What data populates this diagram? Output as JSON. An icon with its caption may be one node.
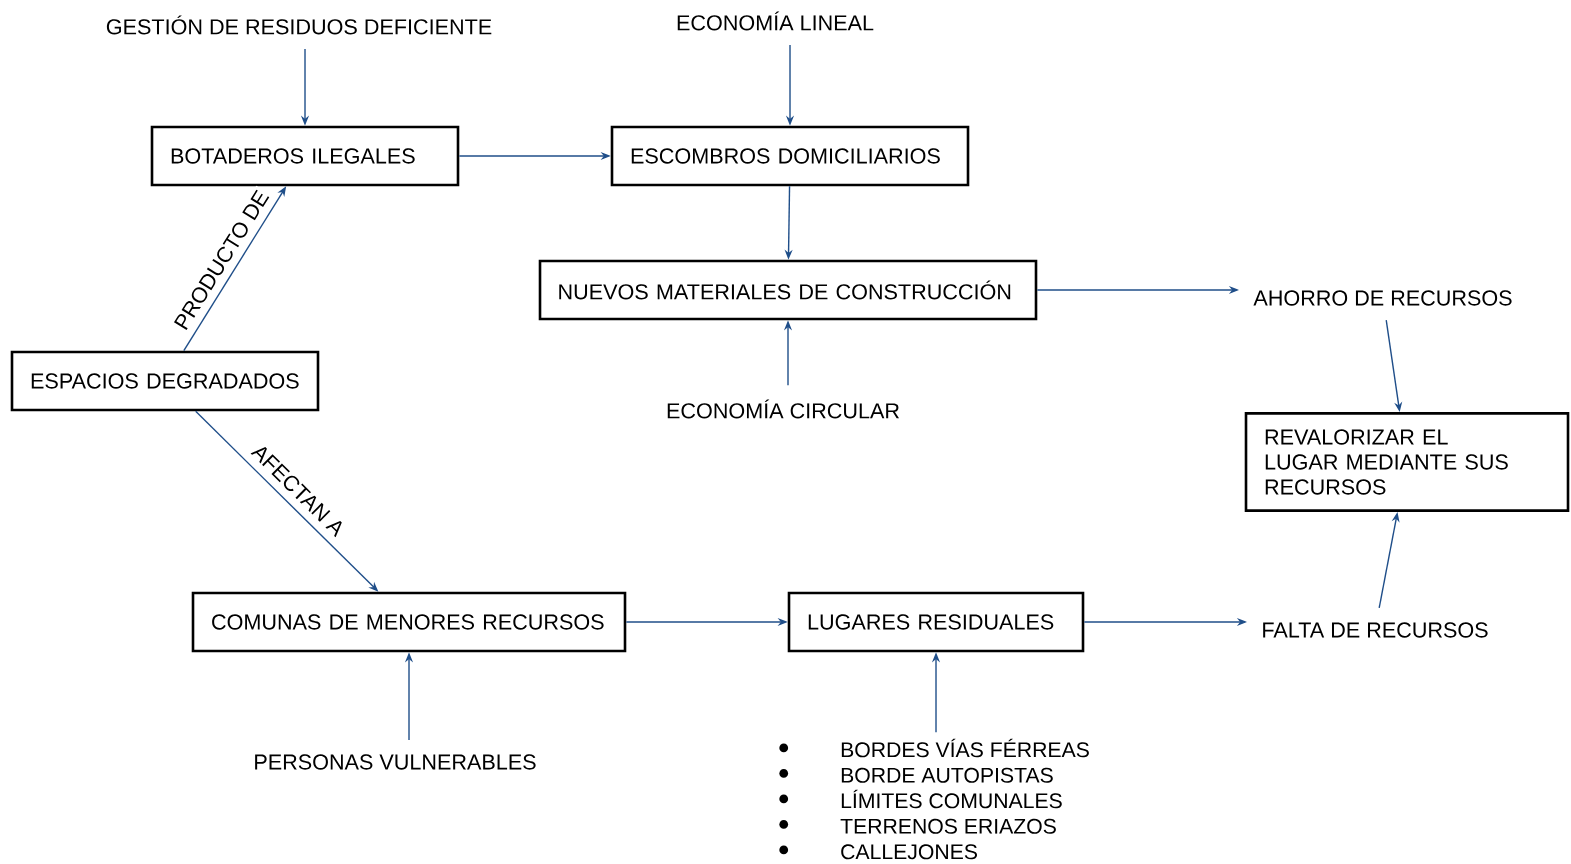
{
  "diagram": {
    "nodes": [
      {
        "text": [
          "GESTIÓN DE RESIDUOS DEFICIENTE"
        ]
      },
      {
        "text": [
          "BOTADEROS ILEGALES"
        ]
      },
      {
        "text": [
          "ECONOMÍA LINEAL"
        ]
      },
      {
        "text": [
          "ESCOMBROS DOMICILIARIOS"
        ]
      },
      {
        "text": [
          "NUEVOS MATERIALES DE CONSTRUCCIÓN"
        ]
      },
      {
        "text": [
          "ECONOMÍA CIRCULAR"
        ]
      },
      {
        "text": [
          "AHORRO DE RECURSOS"
        ]
      },
      {
        "text": [
          "ESPACIOS DEGRADADOS"
        ]
      },
      {
        "text": [
          "REVALORIZAR EL LUGAR MEDIANTE SUS RECURSOS"
        ]
      },
      {
        "text": [
          "COMUNAS DE MENORES RECURSOS"
        ]
      },
      {
        "text": [
          "LUGARES RESIDUALES"
        ]
      },
      {
        "text": [
          "FALTA DE RECURSOS"
        ]
      },
      {
        "text": [
          "PERSONAS VULNERABLES"
        ]
      },
      {
        "text": [
          "BORDES VÍAS FÉRREAS",
          "BORDE AUTOPISTAS",
          "LÍMITES COMUNALES",
          "TERRENOS ERIAZOS",
          "CALLEJONES"
        ]
      }
    ],
    "edges": [
      {
        "from": 0,
        "to": 1,
        "arrow": "to"
      },
      {
        "from": 2,
        "to": 3,
        "arrow": "to"
      },
      {
        "from": 1,
        "to": 3,
        "arrow": "to"
      },
      {
        "from": 3,
        "to": 4,
        "arrow": "to"
      },
      {
        "from": 5,
        "to": 4,
        "arrow": "to"
      },
      {
        "from": 4,
        "to": 6,
        "arrow": "to"
      },
      {
        "from": 7,
        "to": 1,
        "arrow": "to",
        "label": "PRODUCTO DE"
      },
      {
        "from": 7,
        "to": 9,
        "arrow": "to",
        "label": "AFECTAN A"
      },
      {
        "from": 12,
        "to": 9,
        "arrow": "to"
      },
      {
        "from": 9,
        "to": 10,
        "arrow": "to"
      },
      {
        "from": 13,
        "to": 10,
        "arrow": "to"
      },
      {
        "from": 10,
        "to": 11,
        "arrow": "to"
      },
      {
        "from": 6,
        "to": 8,
        "arrow": "to"
      },
      {
        "from": 11,
        "to": 8,
        "arrow": "to"
      }
    ]
  }
}
